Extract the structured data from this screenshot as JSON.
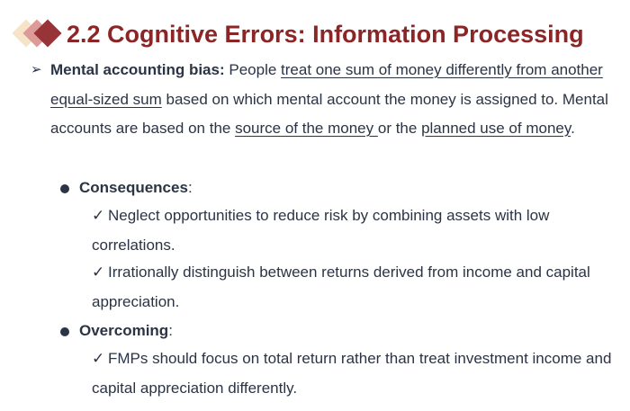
{
  "title": "2.2 Cognitive Errors: Information Processing",
  "main": {
    "term": "Mental accounting bias:",
    "t1": " People ",
    "u1": "treat one sum of money differently from another equal-sized sum",
    "t2": " based on which mental account the money is assigned to. Mental accounts are based on the ",
    "u2": "source of the money ",
    "t3": "or the ",
    "u3": "planned use of money",
    "t4": "."
  },
  "sections": [
    {
      "heading": "Consequences",
      "colon": ":",
      "items": [
        "Neglect opportunities to reduce risk by combining assets with low correlations.",
        "Irrationally distinguish between returns derived from income and capital appreciation."
      ]
    },
    {
      "heading": "Overcoming",
      "colon": ":",
      "items": [
        "FMPs should focus on total return rather than treat investment income and capital appreciation differently."
      ]
    }
  ],
  "check": "✓"
}
